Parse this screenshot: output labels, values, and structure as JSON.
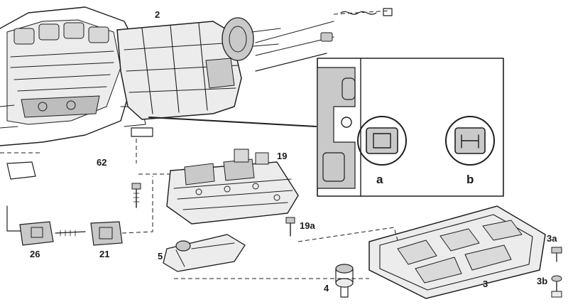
{
  "callouts": {
    "transmission": "2",
    "bracket": "62",
    "valve_body": "19",
    "bolt": "19a",
    "connector": "26",
    "sensor": "21",
    "plug": "5",
    "filter": "4",
    "oil_pan": "3",
    "drain_screw_a": "3a",
    "drain_screw_b": "3b"
  },
  "inset": {
    "view_a": "a",
    "view_b": "b"
  },
  "colors": {
    "ink": "#1e1e1e",
    "shade": "#c9c9c9",
    "paper": "#ffffff"
  }
}
